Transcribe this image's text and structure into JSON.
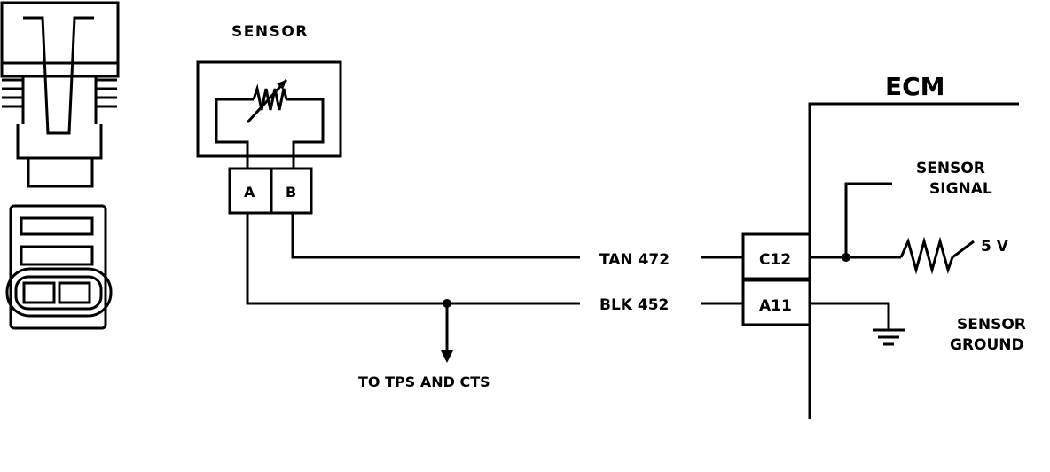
{
  "sensor": {
    "title": "SENSOR",
    "pin_a": "A",
    "pin_b": "B"
  },
  "ecm": {
    "title": "ECM",
    "pin_c12": "C12",
    "pin_a11": "A11"
  },
  "wires": {
    "signal": "TAN 472",
    "ground": "BLK 452"
  },
  "branch": {
    "label": "TO TPS AND CTS"
  },
  "labels": {
    "sensor_signal": [
      "SENSOR",
      "SIGNAL"
    ],
    "supply": "5 V",
    "sensor_ground": [
      "SENSOR",
      "GROUND"
    ]
  }
}
